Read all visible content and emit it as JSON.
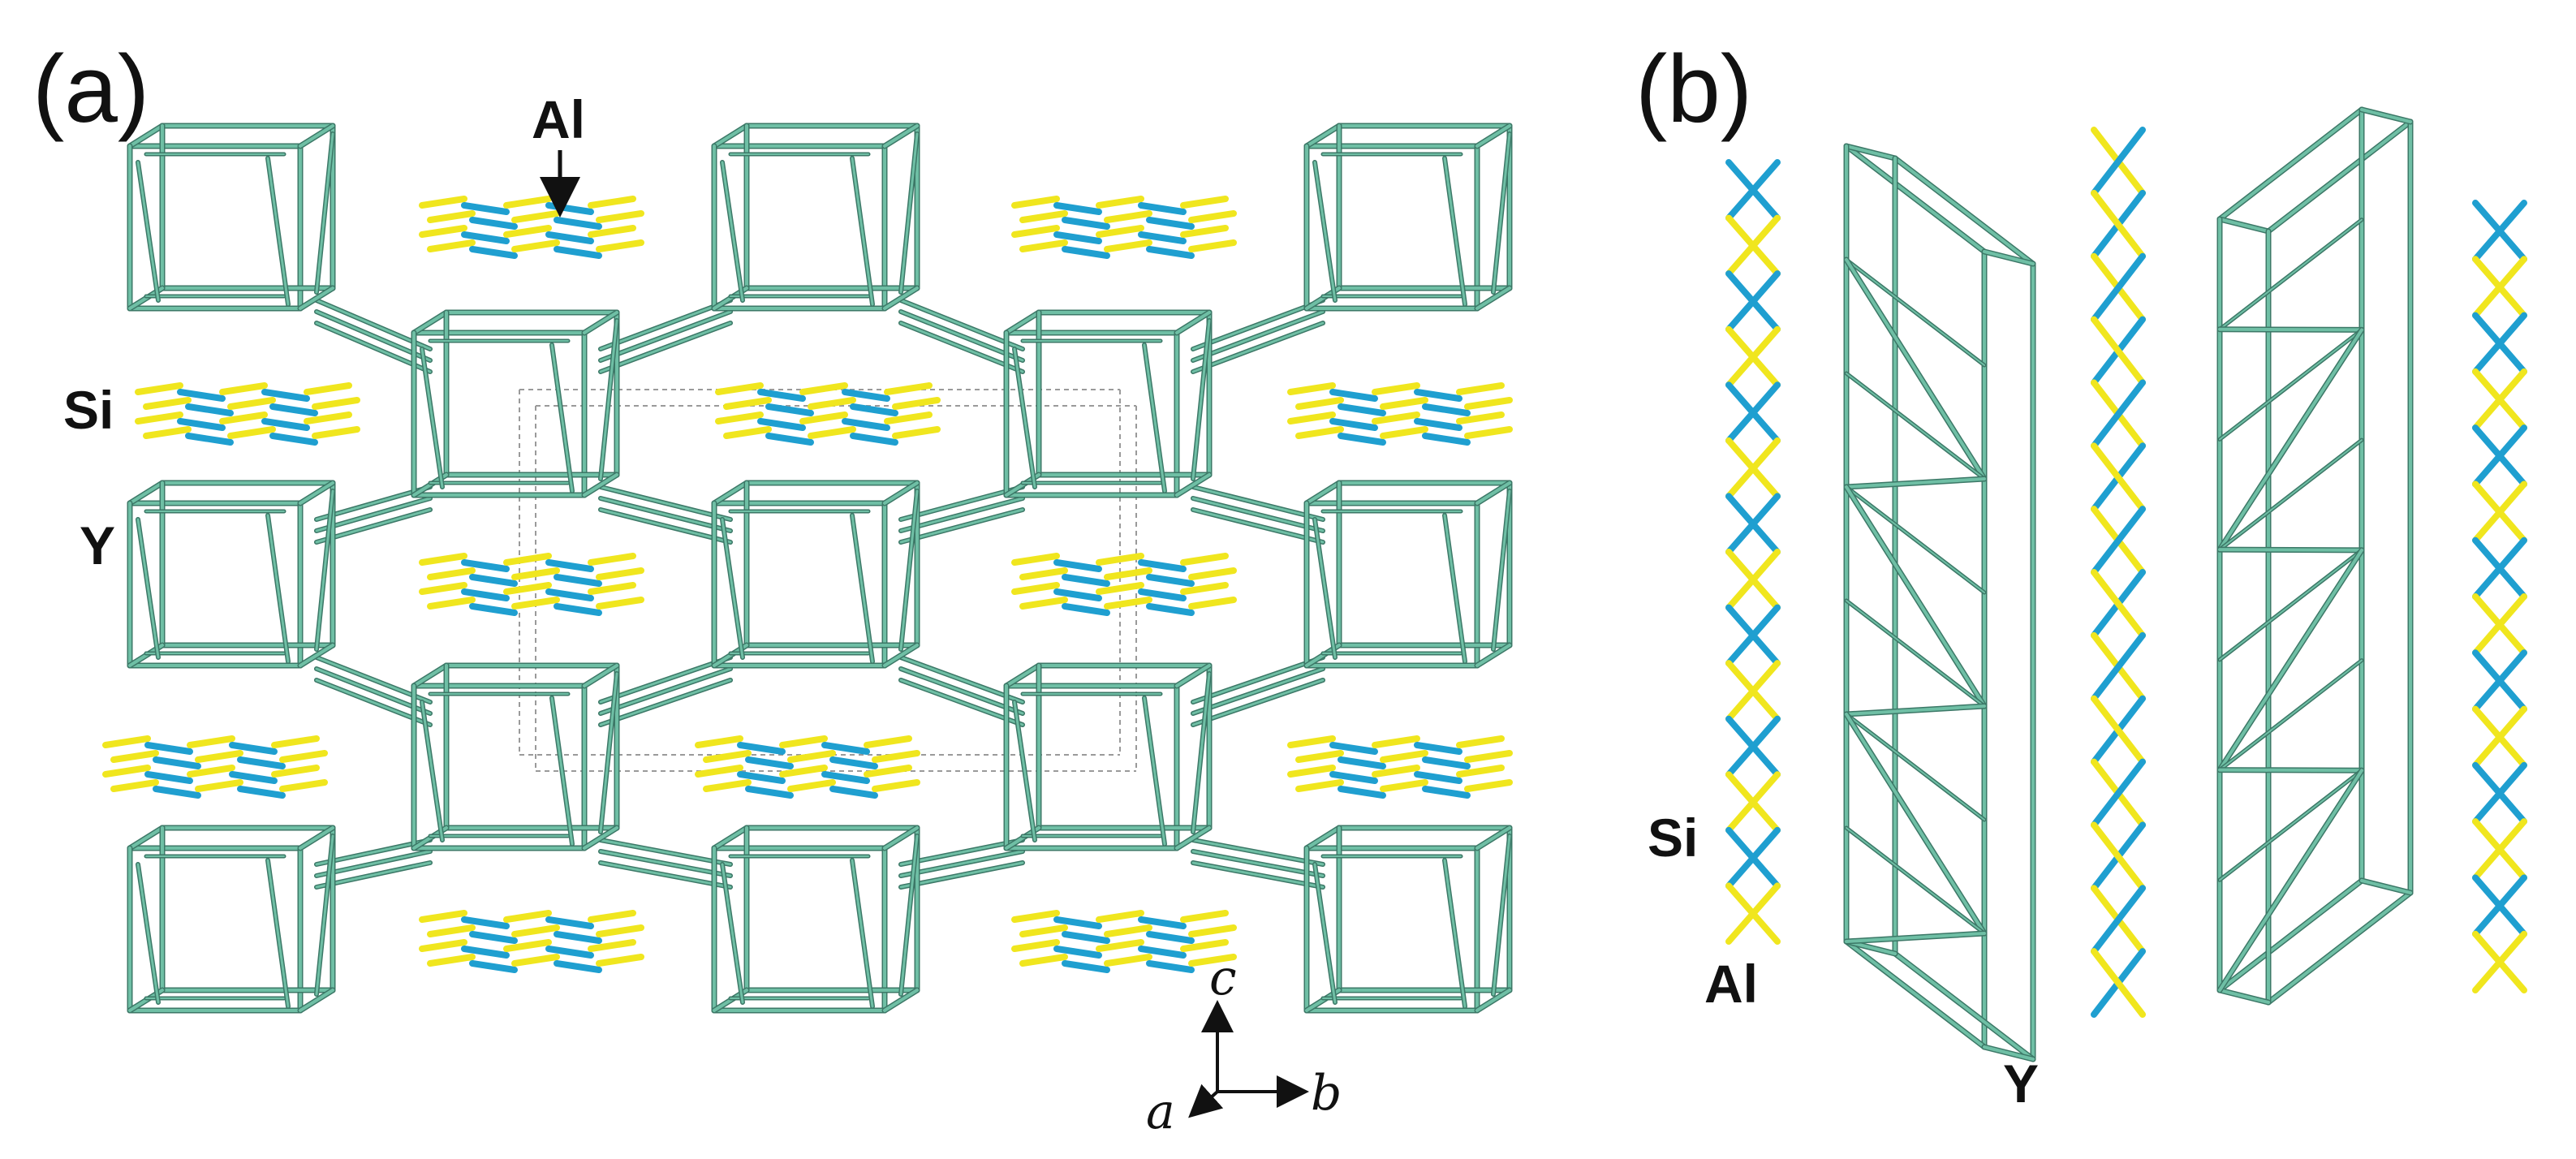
{
  "panels": {
    "a": {
      "label": "(a)",
      "atom_labels": {
        "al": "Al",
        "si": "Si",
        "y": "Y"
      },
      "axes": {
        "a": "a",
        "b": "b",
        "c": "c"
      }
    },
    "b": {
      "label": "(b)",
      "atom_labels": {
        "si": "Si",
        "al": "Al",
        "y": "Y"
      }
    }
  },
  "colors": {
    "framework": "#6FBFA5",
    "framework_dark": "#3C7867",
    "si": "#F0E61E",
    "al": "#1F9FD0",
    "cell": "#9A9A9A",
    "background": "#FFFFFF",
    "text": "#111111"
  }
}
